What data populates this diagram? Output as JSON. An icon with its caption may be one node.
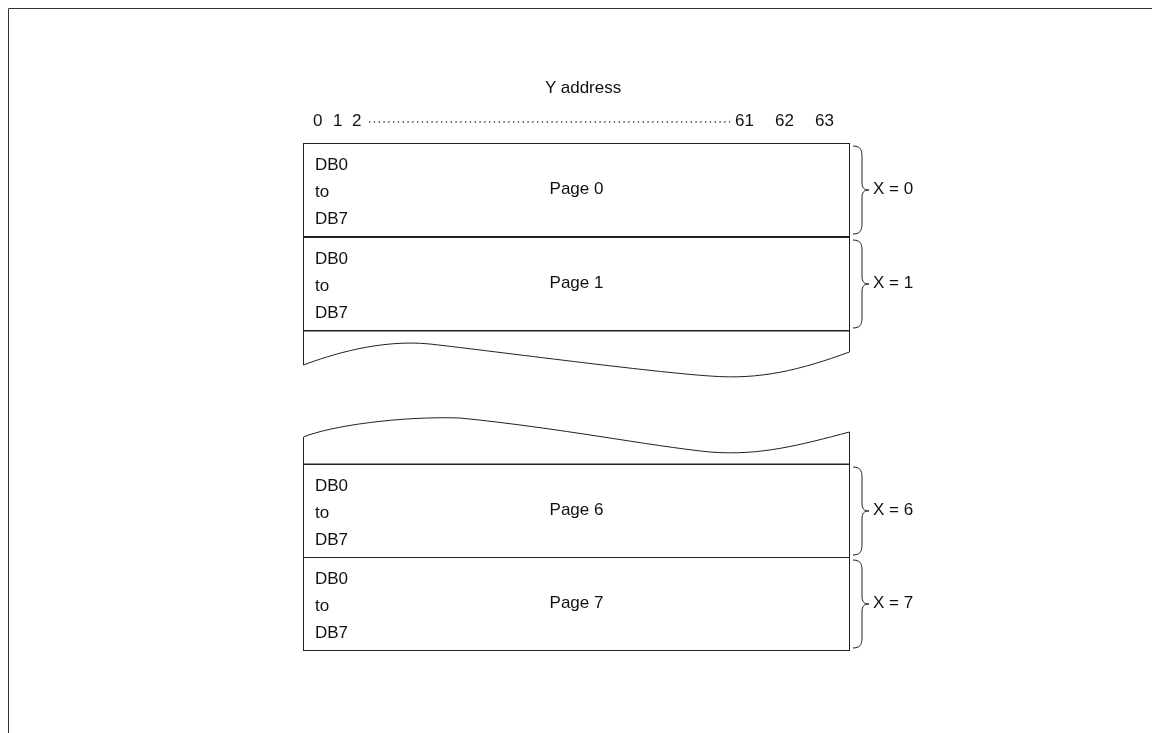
{
  "diagram": {
    "nodes": [
      {
        "text": [
          "DB0 to DB7",
          "Page 0"
        ],
        "beside": [
          "X = 0"
        ]
      },
      {
        "text": [
          "DB0 to DB7",
          "Page 1"
        ],
        "beside": [
          "X = 1"
        ]
      },
      {
        "text": [],
        "shape": "box"
      },
      {
        "text": [],
        "shape": "box"
      },
      {
        "text": [
          "DB0 to DB7",
          "Page 6"
        ],
        "beside": [
          "X = 6"
        ]
      },
      {
        "text": [
          "DB0 to DB7",
          "Page 7"
        ],
        "beside": [
          "X = 7"
        ]
      }
    ],
    "edges": [],
    "labels": [
      "Y address",
      "0",
      "1",
      "2",
      "61",
      "62",
      "63"
    ]
  }
}
